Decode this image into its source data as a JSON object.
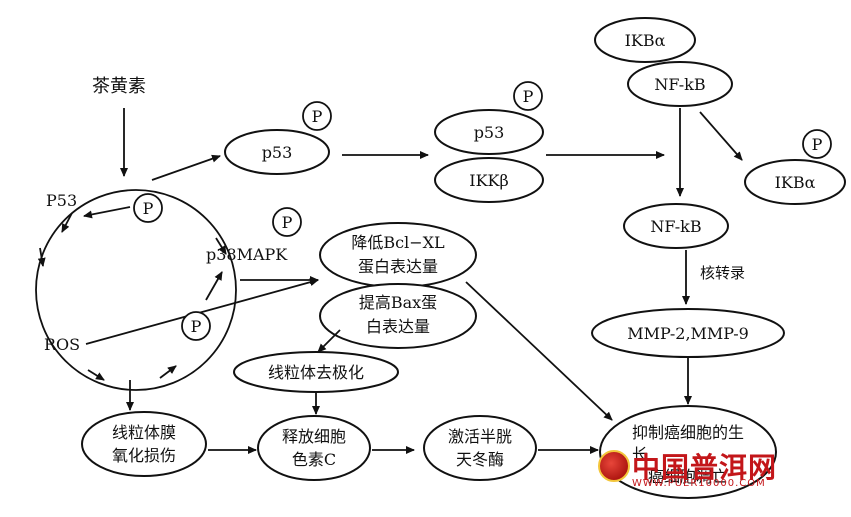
{
  "diagram": {
    "labels": {
      "tea_polyphenol": "茶黄素",
      "p53_cycle": "P53",
      "p38mapk": "p38MAPK",
      "ros": "ROS",
      "p": "P",
      "p53": "p53",
      "p53_complex": "p53",
      "ikkb": "IKKβ",
      "ikba_top": "IKBα",
      "nfkb_top": "NF-kB",
      "ikba_right": "IKBα",
      "nfkb_mid": "NF-kB",
      "nuclear_transcription": "核转录",
      "mmp": "MMP-2,MMP-9",
      "bcl_line1": "降低Bcl−XL",
      "bcl_line2": "蛋白表达量",
      "bax_line1": "提高Bax蛋",
      "bax_line2": "白表达量",
      "mito_depol": "线粒体去极化",
      "mito_damage_line1": "线粒体膜",
      "mito_damage_line2": "氧化损伤",
      "cytc_line1": "释放细胞",
      "cytc_line2": "色素C",
      "caspase_line1": "激活半胱",
      "caspase_line2": "天冬酶",
      "inhibit_line1": "抑制癌细胞的生",
      "inhibit_line2": "长",
      "inhibit_line3": "癌细胞凋亡"
    }
  },
  "watermark": {
    "name": "中国普洱网",
    "url": "WWW.PUER10000.COM"
  }
}
